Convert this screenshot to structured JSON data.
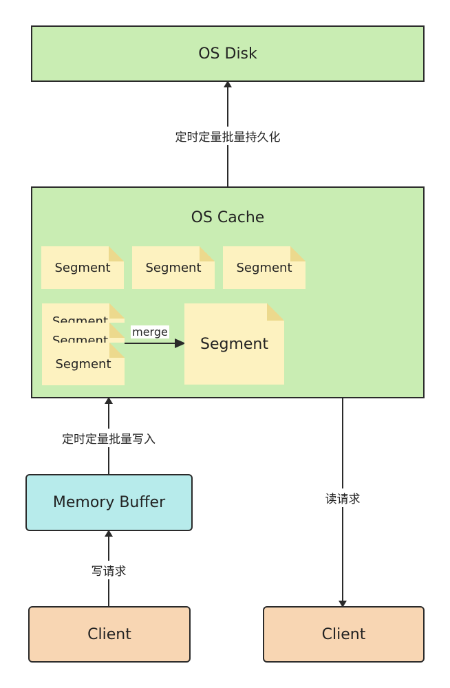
{
  "os_disk": {
    "label": "OS Disk"
  },
  "os_cache": {
    "label": "OS Cache",
    "top_segments": [
      "Segment",
      "Segment",
      "Segment"
    ],
    "stacked_segments": [
      "Segment",
      "Segment",
      "Segment"
    ],
    "merged_segment": "Segment",
    "merge_label": "merge"
  },
  "memory_buffer": {
    "label": "Memory Buffer"
  },
  "clients": {
    "left": "Client",
    "right": "Client"
  },
  "edges": {
    "cache_to_disk": "定时定量批量持久化",
    "buffer_to_cache": "定时定量批量写入",
    "client_to_buffer": "写请求",
    "cache_to_client": "读请求"
  },
  "colors": {
    "green_fill": "#c9edb3",
    "cyan_fill": "#b7ebeb",
    "peach_fill": "#f8d6b3",
    "note_fill": "#fdf2c0",
    "stroke": "#2a2a2a"
  }
}
